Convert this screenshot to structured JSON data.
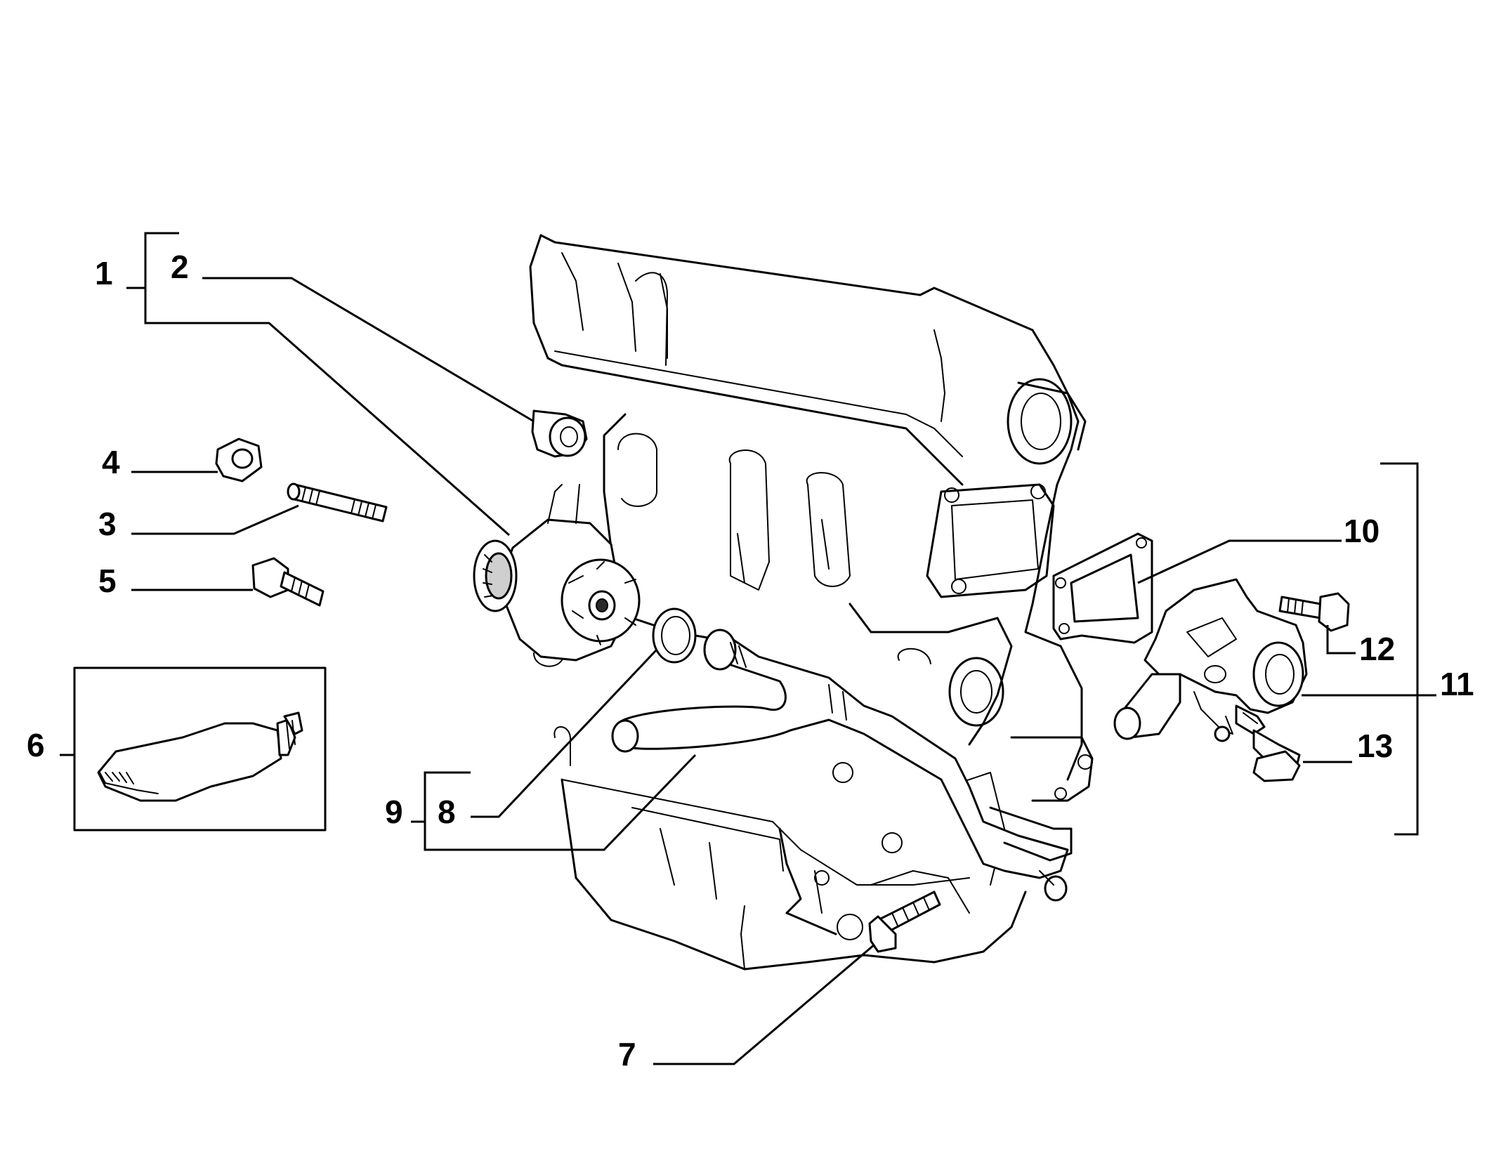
{
  "callouts": {
    "c1": "1",
    "c2": "2",
    "c3": "3",
    "c4": "4",
    "c5": "5",
    "c6": "6",
    "c7": "7",
    "c8": "8",
    "c9": "9",
    "c10": "10",
    "c11": "11",
    "c12": "12",
    "c13": "13"
  },
  "colors": {
    "line": "#000000",
    "background": "#ffffff",
    "shade": "#cfcfcf"
  }
}
